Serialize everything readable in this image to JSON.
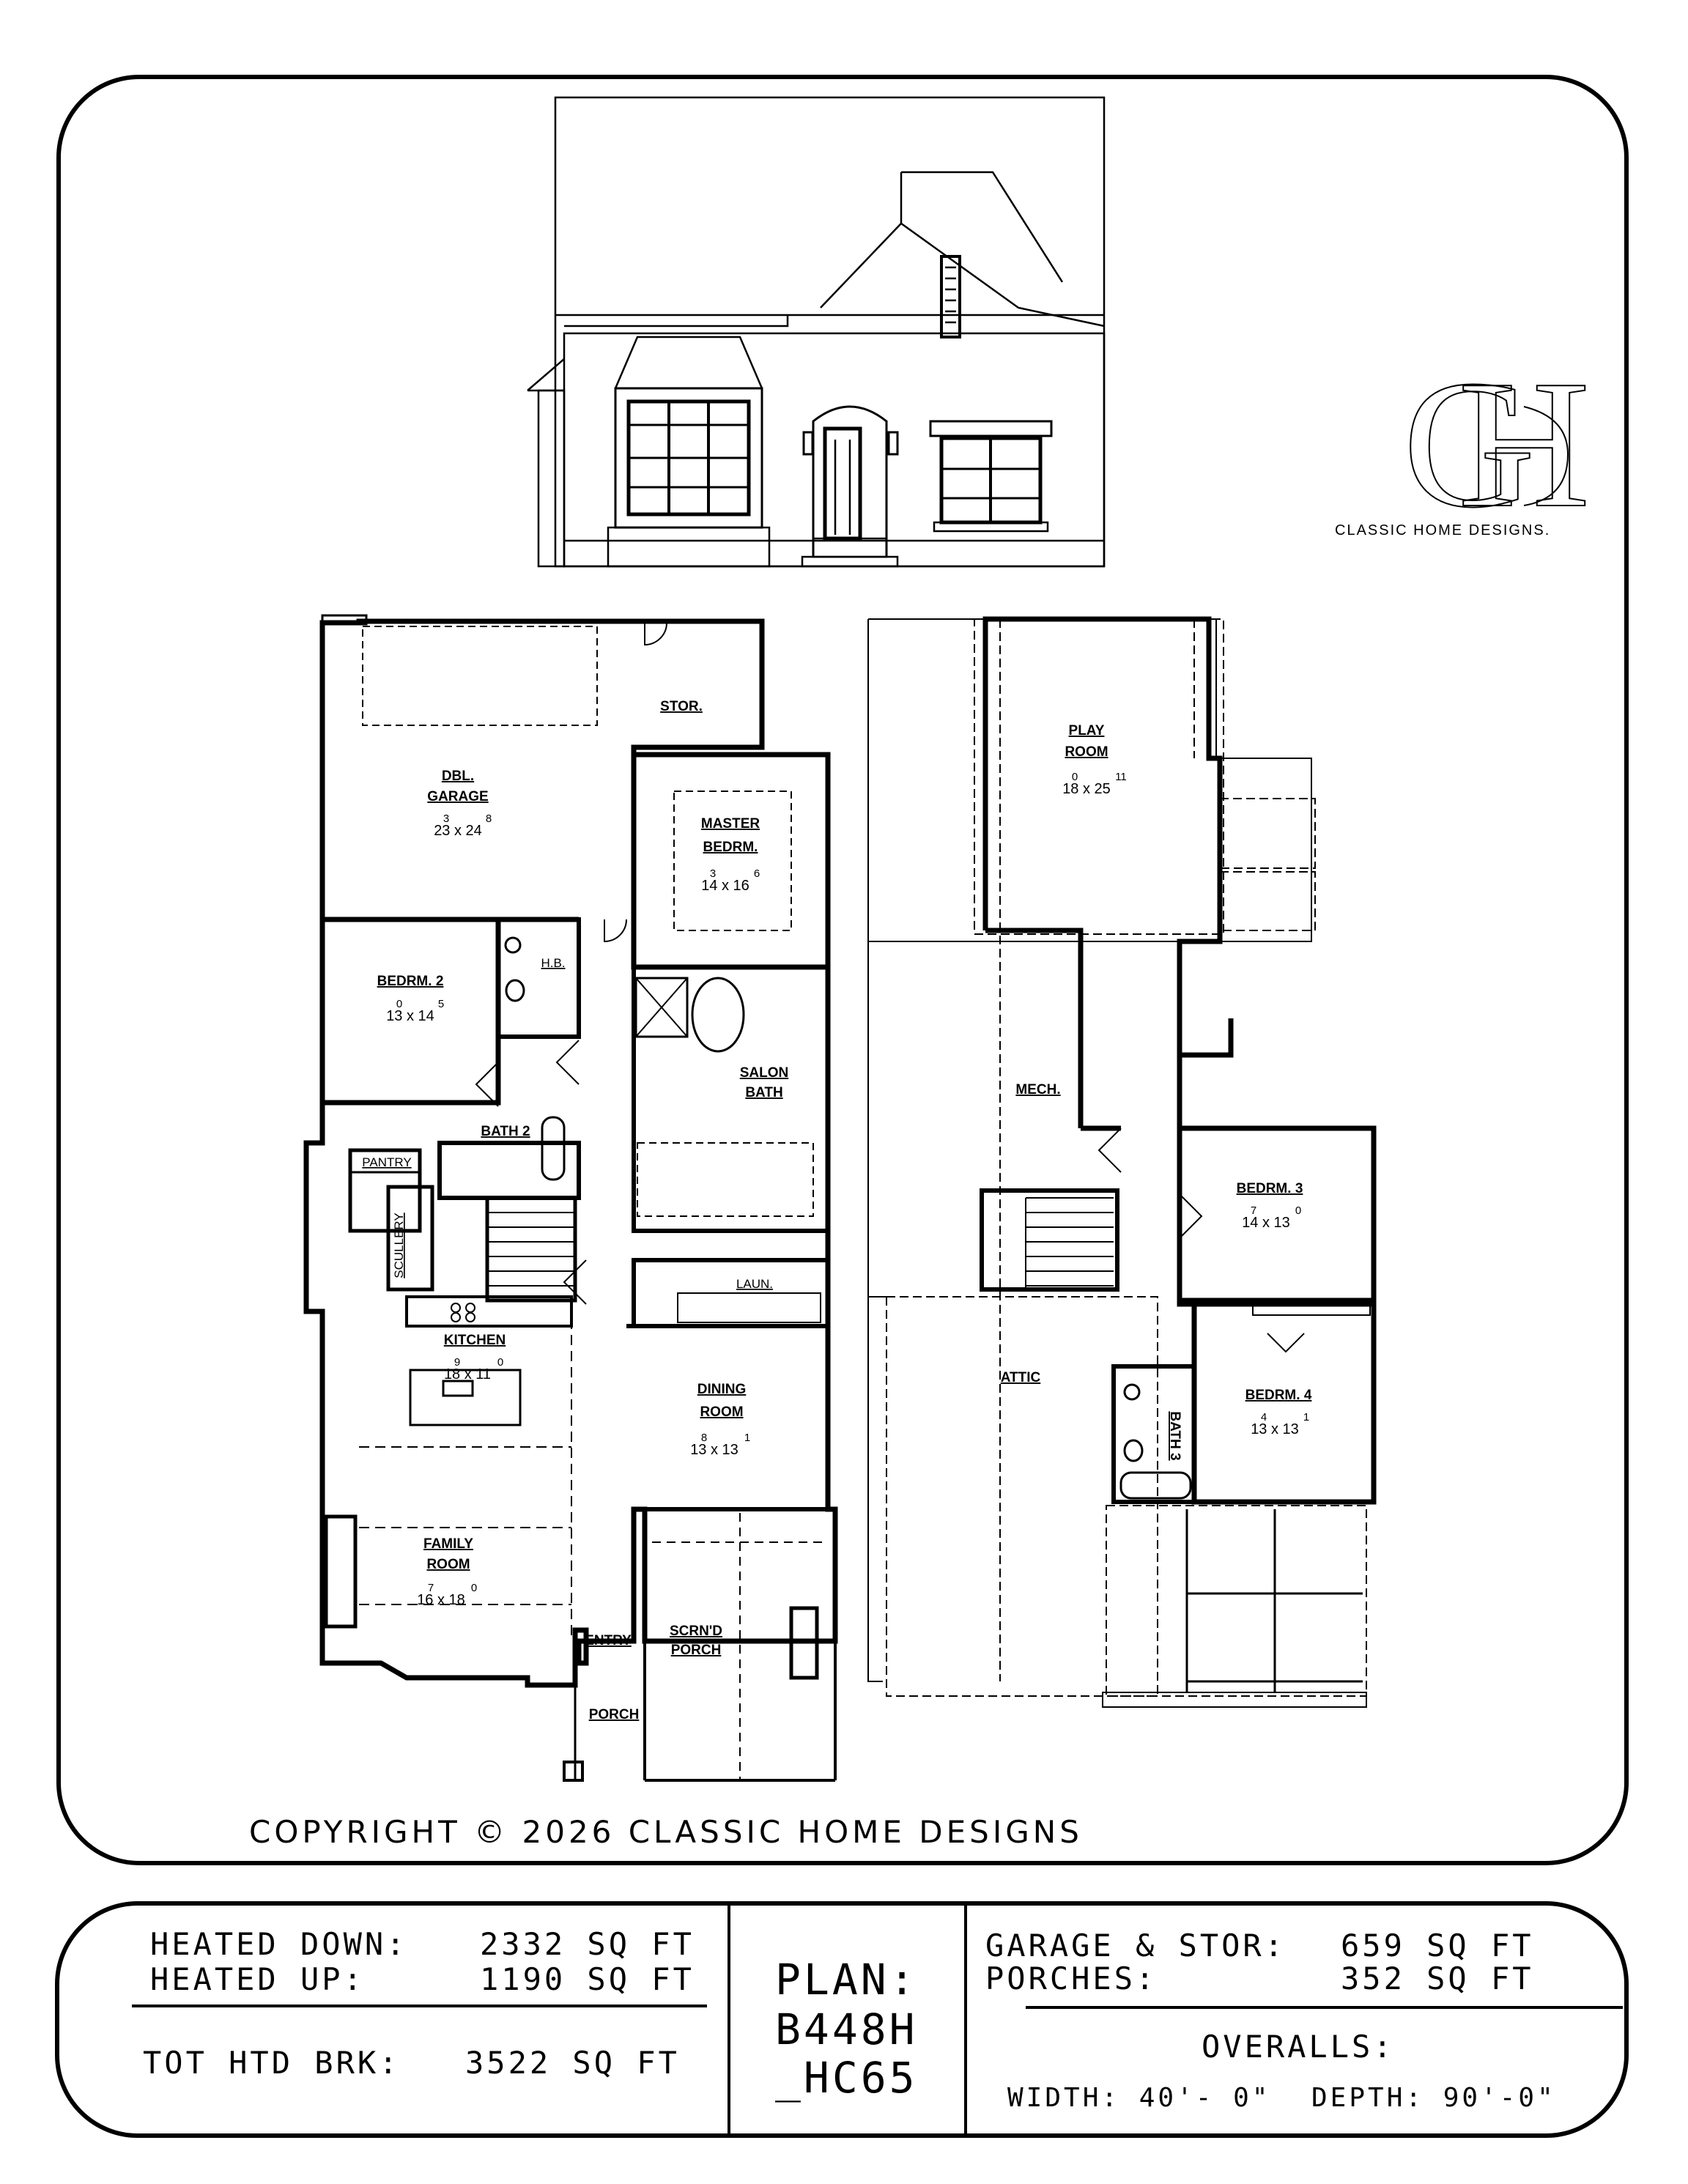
{
  "brand": {
    "monogram_left": "G",
    "monogram_right": "H",
    "name": "CLASSIC HOME DESIGNS."
  },
  "copyright": "COPYRIGHT © 2026 CLASSIC HOME DESIGNS",
  "first_floor": {
    "garage": {
      "name_line1": "DBL.",
      "name_line2": "GARAGE",
      "dim": "23 x 24",
      "dim_sup": [
        "3",
        "8"
      ]
    },
    "storage": "STOR.",
    "master": {
      "name_line1": "MASTER",
      "name_line2": "BEDRM.",
      "dim": "14 x 16",
      "dim_sup": [
        "3",
        "6"
      ]
    },
    "bedroom2": {
      "name": "BEDRM. 2",
      "dim": "13 x 14",
      "dim_sup": [
        "0",
        "5"
      ]
    },
    "half_bath": "H.B.",
    "salon_bath": {
      "name_line1": "SALON",
      "name_line2": "BATH"
    },
    "bath2": "BATH 2",
    "pantry": "PANTRY",
    "scullery": "SCULLERY",
    "laundry": "LAUN.",
    "kitchen": {
      "name": "KITCHEN",
      "dim": "18 x 11",
      "dim_sup": [
        "9",
        "0"
      ]
    },
    "dining": {
      "name_line1": "DINING",
      "name_line2": "ROOM",
      "dim": "13 x 13",
      "dim_sup": [
        "8",
        "1"
      ]
    },
    "family": {
      "name_line1": "FAMILY",
      "name_line2": "ROOM",
      "dim": "16 x 18",
      "dim_sup": [
        "7",
        "0"
      ]
    },
    "entry": "ENTRY",
    "porch": "PORCH",
    "screened_porch": {
      "name_line1": "SCRN'D",
      "name_line2": "PORCH"
    }
  },
  "second_floor": {
    "play_room": {
      "name_line1": "PLAY",
      "name_line2": "ROOM",
      "dim": "18 x 25",
      "dim_sup": [
        "0",
        "11"
      ]
    },
    "mech": "MECH.",
    "attic": "ATTIC",
    "bedroom3": {
      "name": "BEDRM. 3",
      "dim": "14 x 13",
      "dim_sup": [
        "7",
        "0"
      ]
    },
    "bedroom4": {
      "name": "BEDRM. 4",
      "dim": "13 x 13",
      "dim_sup": [
        "4",
        "1"
      ]
    },
    "bath3": "BATH 3"
  },
  "stats": {
    "heated_down_label": "HEATED DOWN:",
    "heated_down_value": "2332 SQ FT",
    "heated_up_label": "HEATED UP:",
    "heated_up_value": "1190 SQ FT",
    "total_label": "TOT HTD BRK:",
    "total_value": "3522 SQ FT",
    "plan_line1": "PLAN:",
    "plan_line2": "B448H",
    "plan_line3": "_HC65",
    "garage_label": "GARAGE & STOR:",
    "garage_value": "659 SQ FT",
    "porches_label": "PORCHES:",
    "porches_value": "352 SQ FT",
    "overalls_label": "OVERALLS:",
    "width_label": "WIDTH: 40'- 0\"",
    "depth_label": "DEPTH: 90'-0\""
  }
}
